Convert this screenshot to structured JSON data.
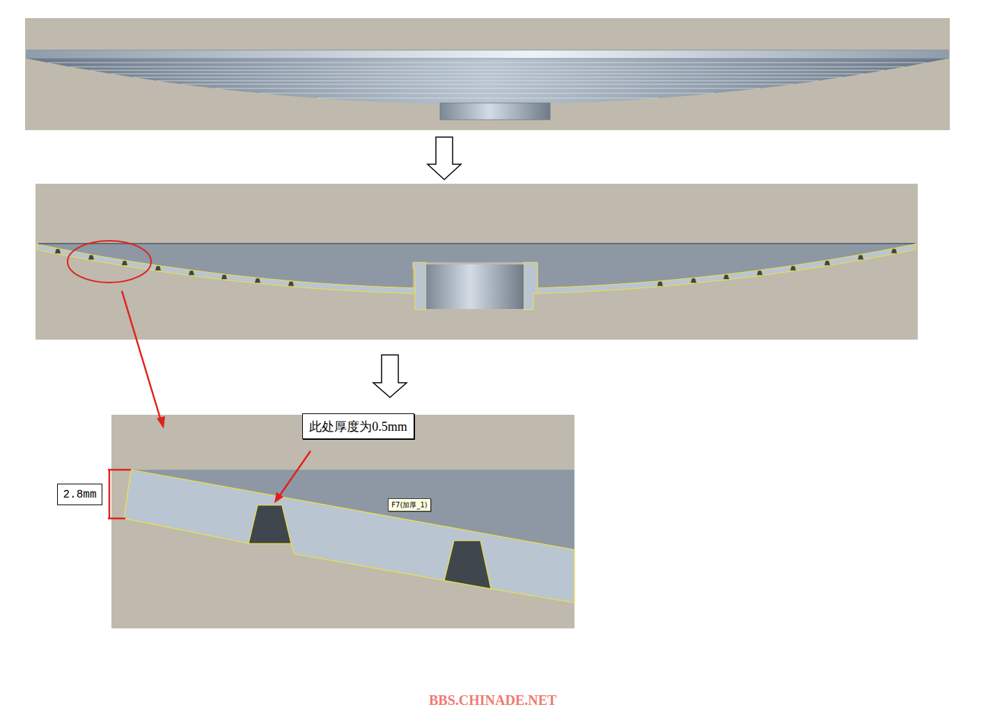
{
  "diagram": {
    "nodes": [
      {
        "text": [
          "此处厚度为0.5mm"
        ]
      },
      {
        "text": [
          "2.8mm"
        ]
      },
      {
        "text": [
          "F7(加厚_1)"
        ]
      }
    ],
    "labels": [
      "BBS.CHINADE.NET"
    ]
  }
}
